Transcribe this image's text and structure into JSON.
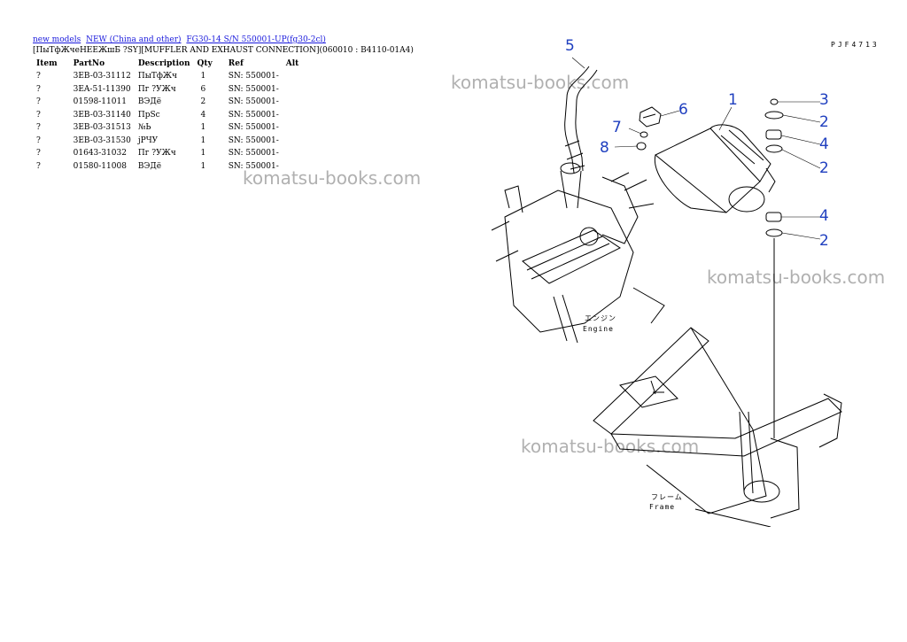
{
  "breadcrumb": {
    "links": [
      "new models",
      "NEW (China and other)",
      "FG30-14 S/N 550001-UP(fg30-2cl)"
    ]
  },
  "section_title": "[ПыТфЖчеНЕЕЖшБ ?SY][MUFFLER AND EXHAUST CONNECTION](060010 : B4110-01A4)",
  "table": {
    "headers": [
      "Item",
      "PartNo",
      "Description",
      "Qty",
      "Ref",
      "Alt"
    ],
    "rows": [
      {
        "item": "?",
        "part_no": "3EB-03-31112",
        "description": "ПыТфЖч",
        "qty": "1",
        "ref": "SN: 550001-",
        "alt": ""
      },
      {
        "item": "?",
        "part_no": "3EA-51-11390",
        "description": "Пг ?УЖч",
        "qty": "6",
        "ref": "SN: 550001-",
        "alt": ""
      },
      {
        "item": "?",
        "part_no": "01598-11011",
        "description": "ВЭДё",
        "qty": "2",
        "ref": "SN: 550001-",
        "alt": ""
      },
      {
        "item": "?",
        "part_no": "3EB-03-31140",
        "description": "ПрSc",
        "qty": "4",
        "ref": "SN: 550001-",
        "alt": ""
      },
      {
        "item": "?",
        "part_no": "3EB-03-31513",
        "description": "№Ь",
        "qty": "1",
        "ref": "SN: 550001-",
        "alt": ""
      },
      {
        "item": "?",
        "part_no": "3EB-03-31530",
        "description": "jРЧУ",
        "qty": "1",
        "ref": "SN: 550001-",
        "alt": ""
      },
      {
        "item": "?",
        "part_no": "01643-31032",
        "description": "Пг ?УЖч",
        "qty": "1",
        "ref": "SN: 550001-",
        "alt": ""
      },
      {
        "item": "?",
        "part_no": "01580-11008",
        "description": "ВЭДё",
        "qty": "1",
        "ref": "SN: 550001-",
        "alt": ""
      }
    ]
  },
  "watermark_text": "komatsu-books.com",
  "diagram": {
    "code": "PJF4713",
    "engine_label_jp": "エンジン",
    "engine_label": "Engine",
    "frame_label_jp": "フレーム",
    "frame_label": "Frame",
    "callouts": [
      "5",
      "6",
      "7",
      "8",
      "1",
      "3",
      "2",
      "4",
      "2",
      "4",
      "2"
    ],
    "callout_color": "#1f3fbf"
  }
}
